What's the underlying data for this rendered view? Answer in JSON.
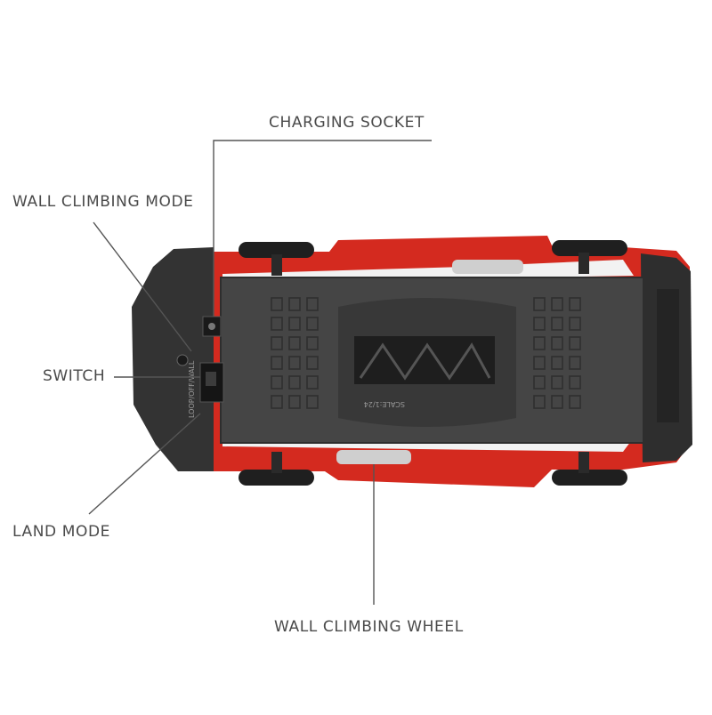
{
  "callouts": {
    "charging_socket": "CHARGING SOCKET",
    "wall_climbing_mode": "WALL CLIMBING MODE",
    "switch": "SWITCH",
    "land_mode": "LAND MODE",
    "wall_climbing_wheel": "WALL CLIMBING WHEEL"
  },
  "imprints": {
    "switch_positions": "LOOP/OFF/WALL",
    "scale": "SCALE:1/24"
  },
  "colors": {
    "body_red": "#d42a1f",
    "chassis_dark": "#3a3a3a",
    "plate": "#454545",
    "leader_line": "#555555",
    "label_text": "#4a4a4a",
    "wheel_grey": "#cfcfcf"
  }
}
